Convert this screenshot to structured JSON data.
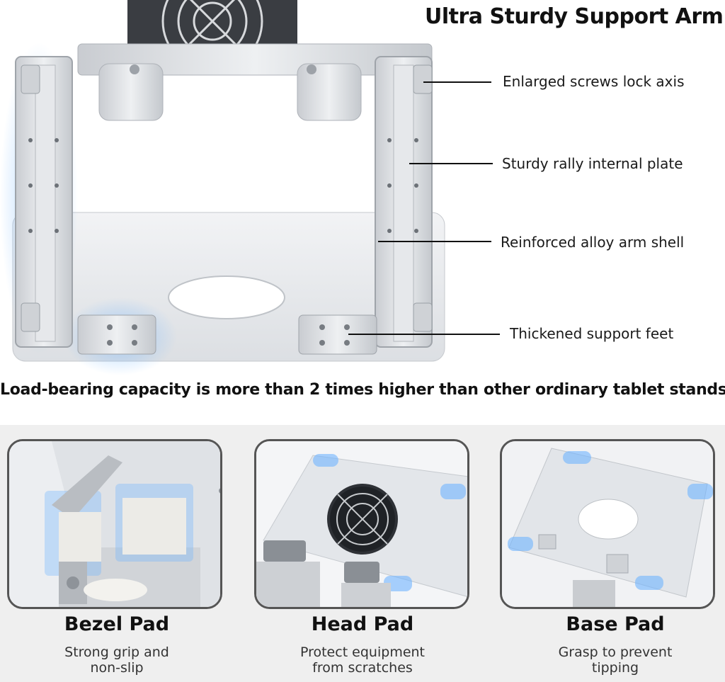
{
  "header": {
    "title": "Ultra Sturdy Support Arm"
  },
  "callouts": [
    {
      "label": "Enlarged screws lock axis"
    },
    {
      "label": "Sturdy rally internal plate"
    },
    {
      "label": "Reinforced alloy arm shell"
    },
    {
      "label": "Thickened support feet"
    }
  ],
  "headline": "Load-bearing capacity is more than 2 times higher than other ordinary tablet stands",
  "features": [
    {
      "title": "Bezel Pad",
      "desc_line1": "Strong grip and",
      "desc_line2": "non-slip"
    },
    {
      "title": "Head Pad",
      "desc_line1": "Protect equipment",
      "desc_line2": "from scratches"
    },
    {
      "title": "Base Pad",
      "desc_line1": "Grasp to prevent",
      "desc_line2": "tipping"
    }
  ],
  "colors": {
    "highlight_blue": "#6fb4ff",
    "aluminum": "#d4d7db",
    "band_gray": "#efefef"
  }
}
